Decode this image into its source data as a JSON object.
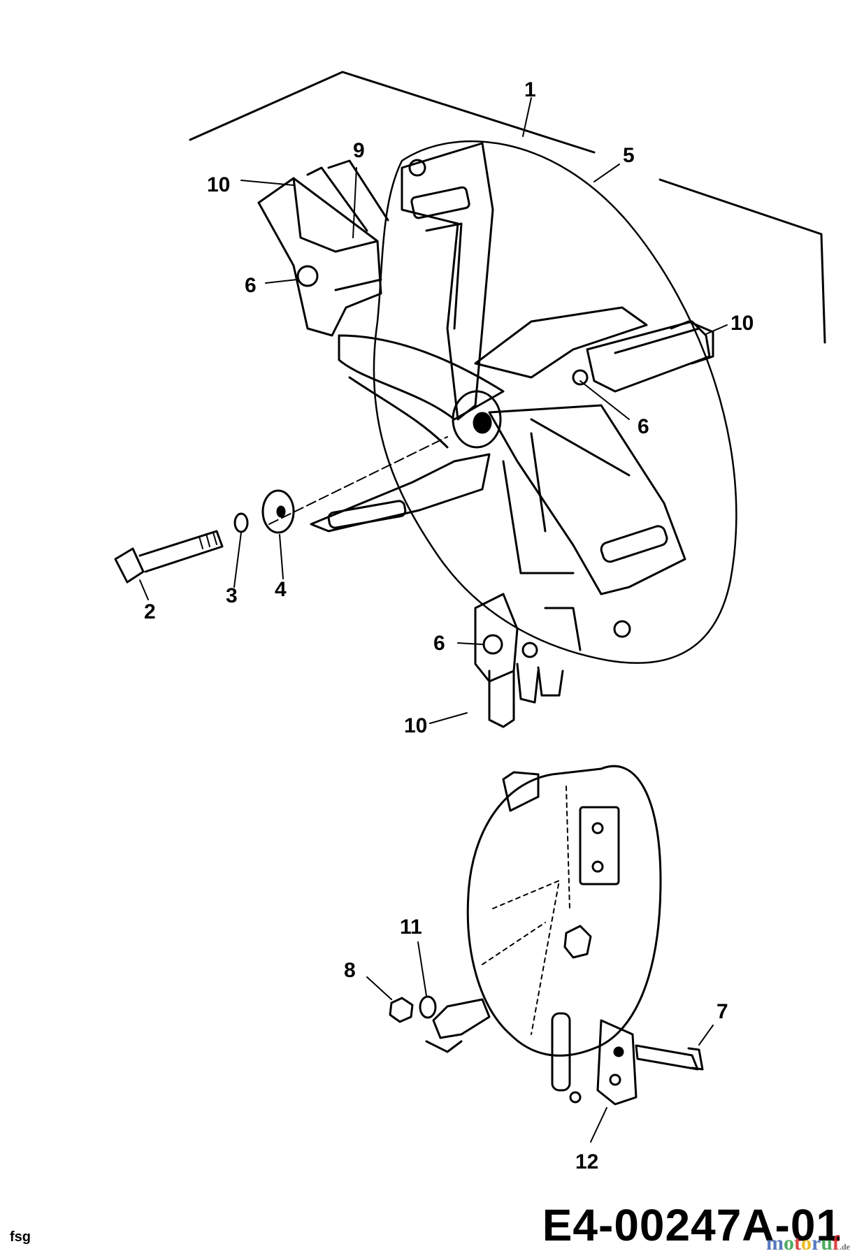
{
  "callouts": {
    "c1": "1",
    "c2": "2",
    "c3": "3",
    "c4": "4",
    "c5": "5",
    "c6a": "6",
    "c6b": "6",
    "c6c": "6",
    "c7": "7",
    "c8": "8",
    "c9": "9",
    "c10a": "10",
    "c10b": "10",
    "c10c": "10",
    "c11": "11",
    "c12": "12"
  },
  "footer": {
    "code": "E4-00247A-01",
    "left_label": "fsg"
  },
  "watermark": {
    "m": "m",
    "o1": "o",
    "t": "t",
    "o2": "o",
    "r": "r",
    "u": "u",
    "f": "f",
    "domain": ".de"
  }
}
